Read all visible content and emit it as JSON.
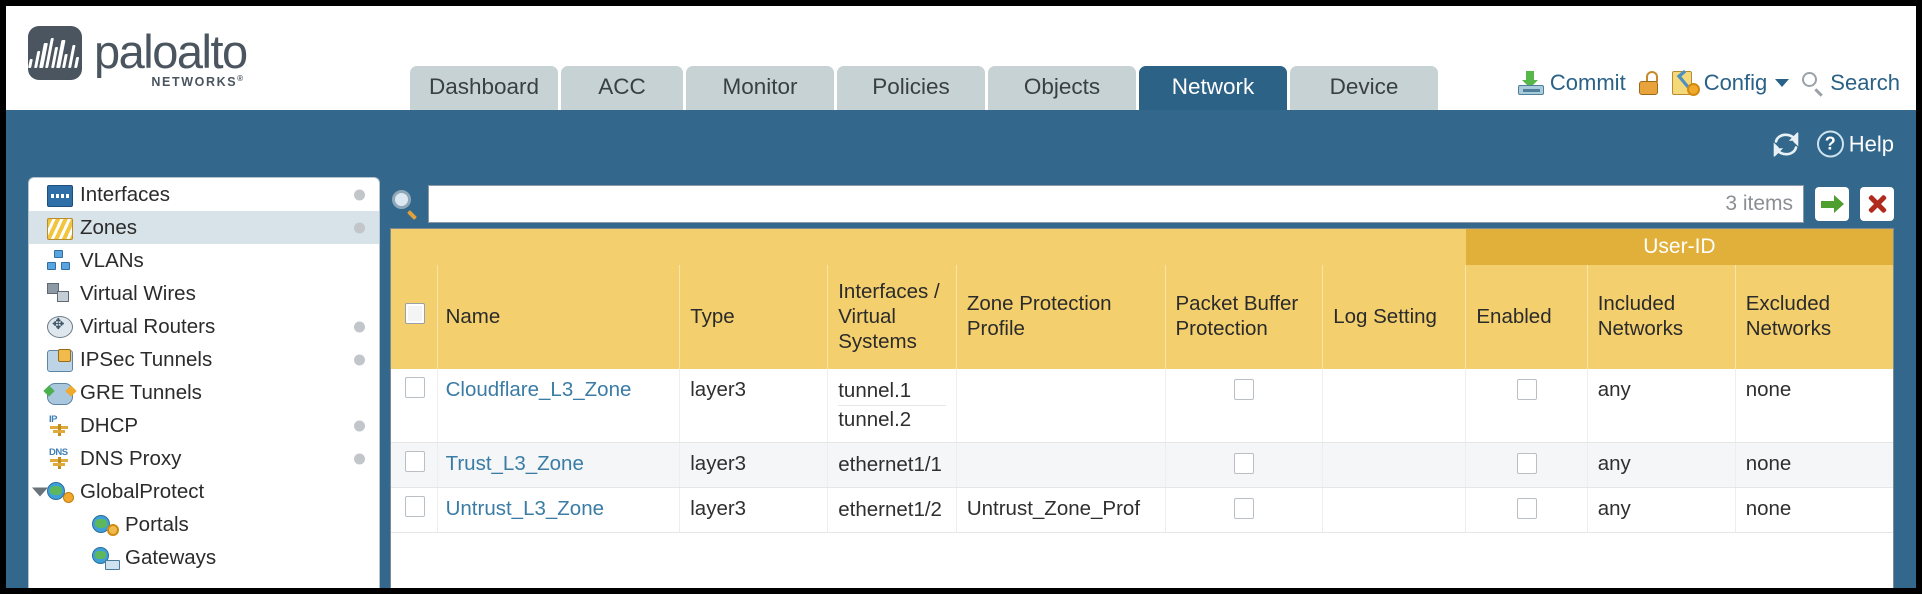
{
  "brand": {
    "name": "paloalto",
    "tagline": "NETWORKS",
    "registered": "®"
  },
  "topbar": {
    "tabs": [
      {
        "label": "Dashboard",
        "active": false,
        "width": 148
      },
      {
        "label": "ACC",
        "active": false,
        "width": 122
      },
      {
        "label": "Monitor",
        "active": false,
        "width": 148
      },
      {
        "label": "Policies",
        "active": false,
        "width": 148
      },
      {
        "label": "Objects",
        "active": false,
        "width": 148
      },
      {
        "label": "Network",
        "active": true,
        "width": 148
      },
      {
        "label": "Device",
        "active": false,
        "width": 148
      }
    ],
    "actions": {
      "commit": "Commit",
      "config": "Config",
      "search": "Search"
    }
  },
  "blueband": {
    "help_label": "Help"
  },
  "sidebar": {
    "items": [
      {
        "label": "Interfaces",
        "icon": "interfaces-icon",
        "selected": false,
        "dot": true,
        "child": false,
        "expander": false
      },
      {
        "label": "Zones",
        "icon": "zones-icon",
        "selected": true,
        "dot": true,
        "child": false,
        "expander": false
      },
      {
        "label": "VLANs",
        "icon": "vlans-icon",
        "selected": false,
        "dot": false,
        "child": false,
        "expander": false
      },
      {
        "label": "Virtual Wires",
        "icon": "virtual-wires-icon",
        "selected": false,
        "dot": false,
        "child": false,
        "expander": false
      },
      {
        "label": "Virtual Routers",
        "icon": "virtual-routers-icon",
        "selected": false,
        "dot": true,
        "child": false,
        "expander": false
      },
      {
        "label": "IPSec Tunnels",
        "icon": "ipsec-tunnels-icon",
        "selected": false,
        "dot": true,
        "child": false,
        "expander": false
      },
      {
        "label": "GRE Tunnels",
        "icon": "gre-tunnels-icon",
        "selected": false,
        "dot": false,
        "child": false,
        "expander": false
      },
      {
        "label": "DHCP",
        "icon": "dhcp-icon",
        "selected": false,
        "dot": true,
        "child": false,
        "expander": false,
        "tag": "IP"
      },
      {
        "label": "DNS Proxy",
        "icon": "dns-proxy-icon",
        "selected": false,
        "dot": true,
        "child": false,
        "expander": false,
        "tag": "DNS"
      },
      {
        "label": "GlobalProtect",
        "icon": "globalprotect-icon",
        "selected": false,
        "dot": false,
        "child": false,
        "expander": true
      },
      {
        "label": "Portals",
        "icon": "portals-icon",
        "selected": false,
        "dot": false,
        "child": true,
        "expander": false
      },
      {
        "label": "Gateways",
        "icon": "gateways-icon",
        "selected": false,
        "dot": false,
        "child": true,
        "expander": false
      }
    ]
  },
  "search": {
    "value": "",
    "placeholder": "",
    "item_count": "3 items"
  },
  "table": {
    "group_headers": [
      {
        "label": "User-ID",
        "span": 3
      }
    ],
    "columns": [
      "Name",
      "Type",
      "Interfaces / Virtual Systems",
      "Zone Protection Profile",
      "Packet Buffer Protection",
      "Log Setting",
      "Enabled",
      "Included Networks",
      "Excluded Networks"
    ],
    "rows": [
      {
        "name": "Cloudflare_L3_Zone",
        "type": "layer3",
        "interfaces": [
          "tunnel.1",
          "tunnel.2"
        ],
        "zone_protection_profile": "",
        "packet_buffer_protection": false,
        "log_setting": "",
        "userid_enabled": false,
        "included_networks": "any",
        "excluded_networks": "none"
      },
      {
        "name": "Trust_L3_Zone",
        "type": "layer3",
        "interfaces": [
          "ethernet1/1"
        ],
        "zone_protection_profile": "",
        "packet_buffer_protection": false,
        "log_setting": "",
        "userid_enabled": false,
        "included_networks": "any",
        "excluded_networks": "none"
      },
      {
        "name": "Untrust_L3_Zone",
        "type": "layer3",
        "interfaces": [
          "ethernet1/2"
        ],
        "zone_protection_profile": "Untrust_Zone_Prof",
        "packet_buffer_protection": false,
        "log_setting": "",
        "userid_enabled": false,
        "included_networks": "any",
        "excluded_networks": "none"
      }
    ]
  },
  "colors": {
    "brand_blue": "#33688c",
    "tab_active": "#2d6287",
    "tab_inactive": "#c6d2d4",
    "table_header": "#f3cf6e",
    "group_header": "#e0b03a",
    "link": "#3a7ca5"
  }
}
